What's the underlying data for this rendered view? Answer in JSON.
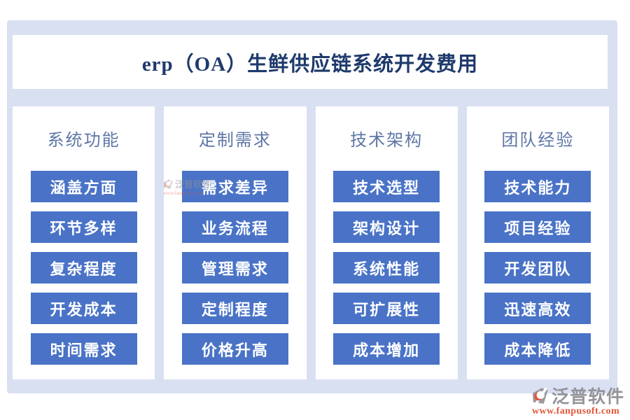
{
  "title": "erp（OA）生鲜供应链系统开发费用",
  "columns": [
    {
      "header": "系统功能",
      "items": [
        "涵盖方面",
        "环节多样",
        "复杂程度",
        "开发成本",
        "时间需求"
      ]
    },
    {
      "header": "定制需求",
      "items": [
        "需求差异",
        "业务流程",
        "管理需求",
        "定制程度",
        "价格升高"
      ]
    },
    {
      "header": "技术架构",
      "items": [
        "技术选型",
        "架构设计",
        "系统性能",
        "可扩展性",
        "成本增加"
      ]
    },
    {
      "header": "团队经验",
      "items": [
        "技术能力",
        "项目经验",
        "开发团队",
        "迅速高效",
        "成本降低"
      ]
    }
  ],
  "branding": {
    "name": "泛普软件",
    "url": "www.fanpusoft.com"
  },
  "colors": {
    "frame": "#d9e0f2",
    "panel": "#ffffff",
    "chip": "#4a73c7",
    "chip_text": "#ffffff",
    "title_text": "#1e3a6c",
    "header_text": "#5e76a6",
    "brand_grey": "#939399",
    "brand_orange": "#e2573a"
  }
}
